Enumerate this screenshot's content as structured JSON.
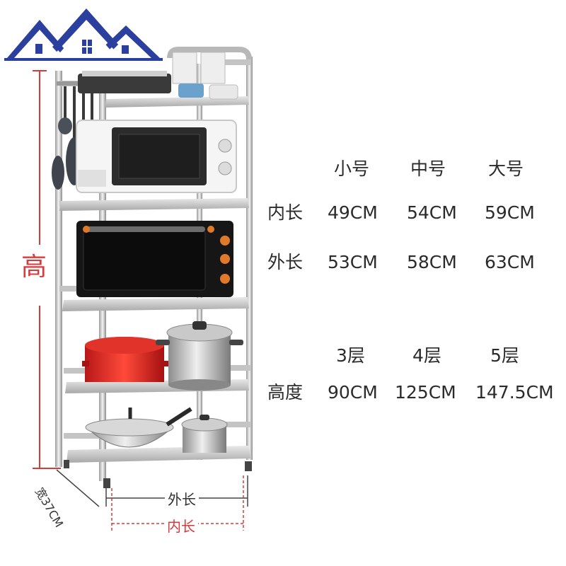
{
  "dimensions": {
    "height_label": "高",
    "depth_label": "宽37CM",
    "outer_length_label": "外长",
    "inner_length_label": "内长"
  },
  "size_table": {
    "headers": [
      "小号",
      "中号",
      "大号"
    ],
    "rows": [
      {
        "label": "内长",
        "values": [
          "49CM",
          "54CM",
          "59CM"
        ]
      },
      {
        "label": "外长",
        "values": [
          "53CM",
          "58CM",
          "63CM"
        ]
      }
    ]
  },
  "height_table": {
    "headers": [
      "3层",
      "4层",
      "5层"
    ],
    "rows": [
      {
        "label": "高度",
        "values": [
          "90CM",
          "125CM",
          "147.5CM"
        ]
      }
    ]
  },
  "colors": {
    "accent_red": "#d93a3a",
    "logo_blue": "#2b3f9e",
    "text_dark": "#2b2b2b"
  }
}
